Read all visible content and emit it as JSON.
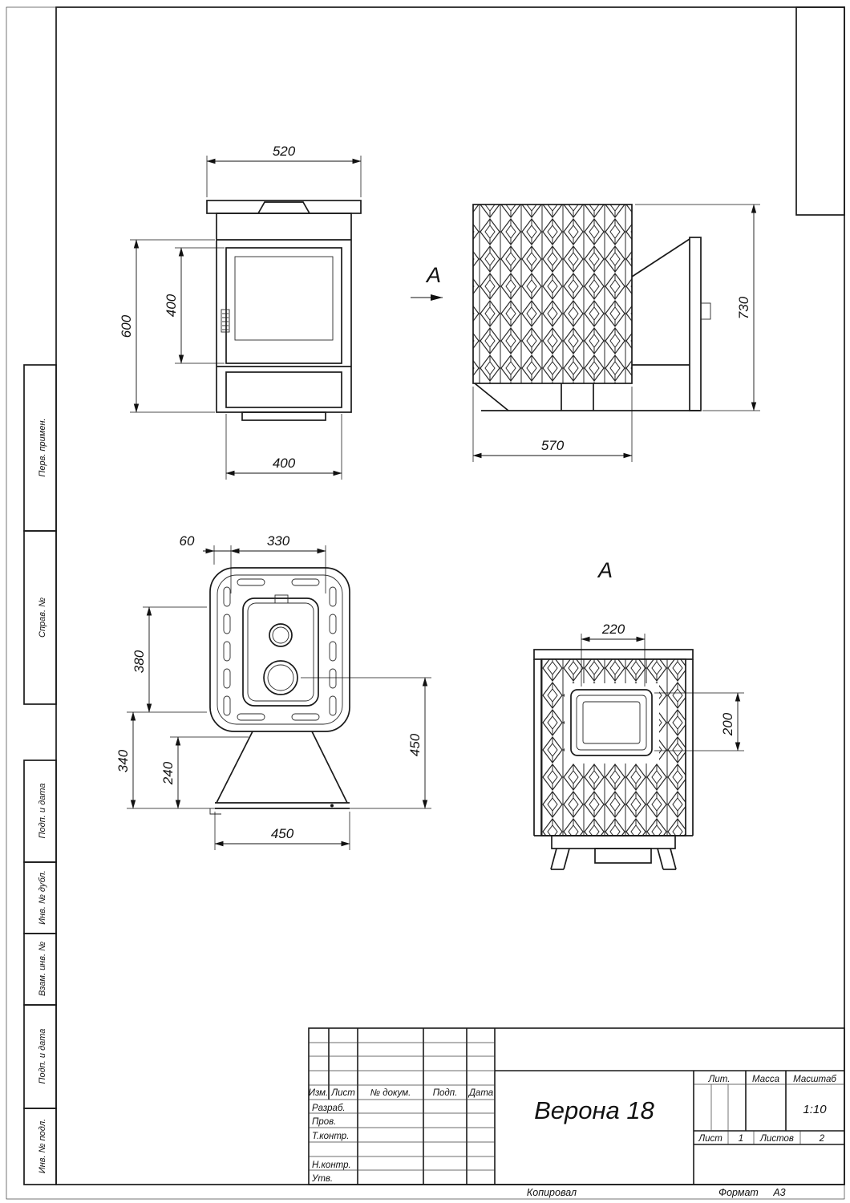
{
  "drawing": {
    "views": {
      "front": {
        "dim_width_top": "520",
        "dim_height": "600",
        "dim_door": "400",
        "dim_base": "400"
      },
      "side": {
        "label": "А",
        "dim_height": "730",
        "dim_depth": "570"
      },
      "plan": {
        "dim_offset": "60",
        "dim_top": "330",
        "dim_left_upper": "380",
        "dim_left_lower": "340",
        "dim_left_inner": "240",
        "dim_right": "450",
        "dim_bottom": "450"
      },
      "view_a": {
        "label": "А",
        "dim_width": "220",
        "dim_height": "200"
      }
    }
  },
  "margin_labels": [
    "Перв. примен.",
    "Справ. №",
    "Подп. и дата",
    "Инв. № дубл.",
    "Взам. инв. №",
    "Подп. и дата",
    "Инв. № подл."
  ],
  "title_block": {
    "cols": {
      "izm": "Изм.",
      "list": "Лист",
      "num_dokum": "№ докум.",
      "podp": "Подп.",
      "data": "Дата"
    },
    "rows": {
      "razrab": "Разраб.",
      "prov": "Пров.",
      "t_kontr": "Т.контр.",
      "n_kontr": "Н.контр.",
      "utv": "Утв."
    },
    "name": "Верона 18",
    "lit": "Лит.",
    "massa": "Масса",
    "masshtab": "Масштаб",
    "scale": "1:10",
    "list_label": "Лист",
    "list_value": "1",
    "listov_label": "Листов",
    "listov_value": "2"
  },
  "footer": {
    "kopiroval": "Копировал",
    "format_label": "Формат",
    "format_value": "А3"
  },
  "colors": {
    "line": "#1a1a1a",
    "background": "#ffffff"
  }
}
